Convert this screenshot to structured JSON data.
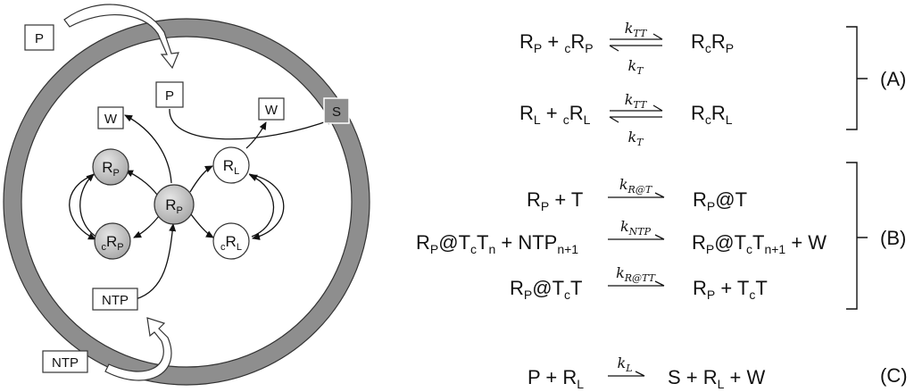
{
  "nodes": {
    "rp_left": {
      "main": "R",
      "sub": "P"
    },
    "rp_center": {
      "main": "R",
      "sub": "P"
    },
    "crp": {
      "pre": "c",
      "main": "R",
      "sub": "P"
    },
    "rl": {
      "main": "R",
      "sub": "L"
    },
    "crl": {
      "pre": "c",
      "main": "R",
      "sub": "L"
    }
  },
  "boxes": {
    "p_outside": "P",
    "p_inside": "P",
    "w_left": "W",
    "w_right": "W",
    "s_pore": "S",
    "ntp_inside": "NTP",
    "ntp_outside": "NTP"
  },
  "equations": {
    "a1": {
      "lhs": [
        {
          "t": "R"
        },
        {
          "t": "P",
          "sub": true
        },
        {
          "t": " + "
        },
        {
          "t": "c",
          "sub": true
        },
        {
          "t": "R"
        },
        {
          "t": "P",
          "sub": true
        }
      ],
      "rate_fwd": {
        "k": "k",
        "sub": "TT"
      },
      "rate_rev": {
        "k": "k",
        "sub": "T"
      },
      "rhs": [
        {
          "t": "R"
        },
        {
          "t": "c",
          "sub": true
        },
        {
          "t": "R"
        },
        {
          "t": "P",
          "sub": true
        }
      ]
    },
    "a2": {
      "lhs": [
        {
          "t": "R"
        },
        {
          "t": "L",
          "sub": true
        },
        {
          "t": " + "
        },
        {
          "t": "c",
          "sub": true
        },
        {
          "t": "R"
        },
        {
          "t": "L",
          "sub": true
        }
      ],
      "rate_fwd": {
        "k": "k",
        "sub": "TT"
      },
      "rate_rev": {
        "k": "k",
        "sub": "T"
      },
      "rhs": [
        {
          "t": "R"
        },
        {
          "t": "c",
          "sub": true
        },
        {
          "t": "R"
        },
        {
          "t": "L",
          "sub": true
        }
      ]
    },
    "b1": {
      "lhs": [
        {
          "t": "R"
        },
        {
          "t": "P",
          "sub": true
        },
        {
          "t": " + T"
        }
      ],
      "rate": {
        "k": "k",
        "sub": "R@T"
      },
      "rhs": [
        {
          "t": "R"
        },
        {
          "t": "P",
          "sub": true
        },
        {
          "t": "@T"
        }
      ]
    },
    "b2": {
      "lhs": [
        {
          "t": "R"
        },
        {
          "t": "P",
          "sub": true
        },
        {
          "t": "@T"
        },
        {
          "t": "c",
          "sub": true
        },
        {
          "t": "T"
        },
        {
          "t": "n",
          "sub": true
        },
        {
          "t": " + NTP"
        },
        {
          "t": "n+1",
          "sub": true
        }
      ],
      "rate": {
        "k": "k",
        "sub": "NTP"
      },
      "rhs": [
        {
          "t": "R"
        },
        {
          "t": "P",
          "sub": true
        },
        {
          "t": "@T"
        },
        {
          "t": "c",
          "sub": true
        },
        {
          "t": "T"
        },
        {
          "t": "n+1",
          "sub": true
        },
        {
          "t": " + W"
        }
      ]
    },
    "b3": {
      "lhs": [
        {
          "t": "R"
        },
        {
          "t": "P",
          "sub": true
        },
        {
          "t": "@T"
        },
        {
          "t": "c",
          "sub": true
        },
        {
          "t": "T"
        }
      ],
      "rate": {
        "k": "k",
        "sub": "R@TT"
      },
      "rhs": [
        {
          "t": "R"
        },
        {
          "t": "P",
          "sub": true
        },
        {
          "t": " + T"
        },
        {
          "t": "c",
          "sub": true
        },
        {
          "t": "T"
        }
      ]
    },
    "c1": {
      "lhs": [
        {
          "t": "P + R"
        },
        {
          "t": "L",
          "sub": true
        }
      ],
      "rate": {
        "k": "k",
        "sub": "L"
      },
      "rhs": [
        {
          "t": "S + R"
        },
        {
          "t": "L",
          "sub": true
        },
        {
          "t": " + W"
        }
      ]
    }
  },
  "group_labels": {
    "a": "(A)",
    "b": "(B)",
    "c": "(C)"
  }
}
